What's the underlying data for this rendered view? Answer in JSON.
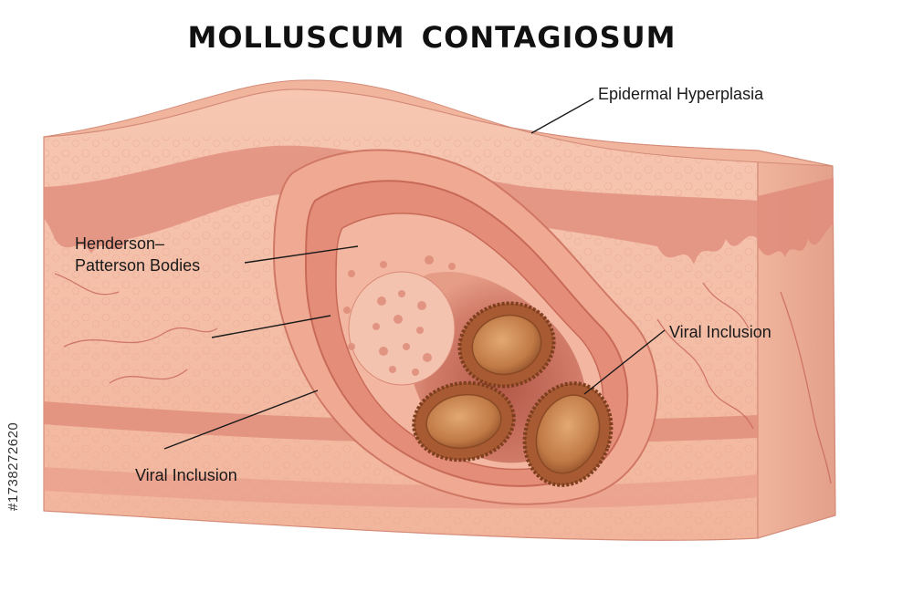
{
  "title": "MOLLUSCUM  CONTAGIOSUM",
  "labels": {
    "epidermal_hyperplasia": "Epidermal Hyperplasia",
    "henderson_line1": "Henderson–",
    "henderson_line2": "Patterson Bodies",
    "viral_inclusion_right": "Viral Inclusion",
    "viral_inclusion_left": "Viral Inclusion"
  },
  "stock_id": "#1738272620",
  "colors": {
    "skin_top": "#f0b49a",
    "skin_side": "#f3bca4",
    "dermis": "#f5c2ac",
    "dark_layer": "#d98274",
    "cavity": "#c96e5e",
    "body_fill": "#c9895a",
    "body_rim": "#a4572f"
  }
}
